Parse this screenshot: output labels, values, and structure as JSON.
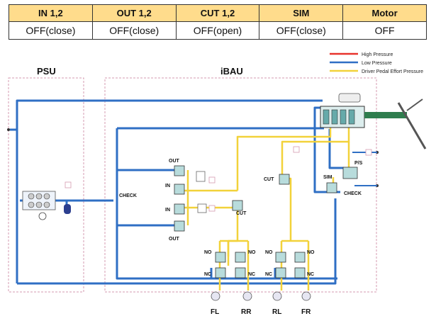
{
  "table": {
    "headers": [
      "IN 1,2",
      "OUT 1,2",
      "CUT 1,2",
      "SIM",
      "Motor"
    ],
    "values": [
      "OFF(close)",
      "OFF(close)",
      "OFF(open)",
      "OFF(close)",
      "OFF"
    ]
  },
  "legend": {
    "items": [
      {
        "label": "High Pressure",
        "color": "#e8332c"
      },
      {
        "label": "Low Pressure",
        "color": "#2f6fc4"
      },
      {
        "label": "Driver Pedal Effort Pressure",
        "color": "#f2d23a"
      }
    ]
  },
  "diagram": {
    "psu_label": "PSU",
    "ibau_label": "iBAU",
    "labels": {
      "out_top": "OUT",
      "in_top": "IN",
      "in_bottom": "IN",
      "out_bottom": "OUT",
      "check_left": "CHECK",
      "cut_left": "CUT",
      "cut_right": "CUT",
      "sim": "SIM",
      "ps": "P/S",
      "check_right": "CHECK",
      "no_1": "NO",
      "no_2": "NO",
      "no_3": "NO",
      "no_4": "NO",
      "nc_1": "NC",
      "nc_2": "NC",
      "nc_3": "NC",
      "nc_4": "NC"
    },
    "wheels": [
      "FL",
      "RR",
      "RL",
      "FR"
    ]
  },
  "colors": {
    "low": "#2f6fc4",
    "pedal": "#f2d23a",
    "high": "#e8332c",
    "box_border": "#d69bb0",
    "header_bg": "#ffdc8c"
  }
}
